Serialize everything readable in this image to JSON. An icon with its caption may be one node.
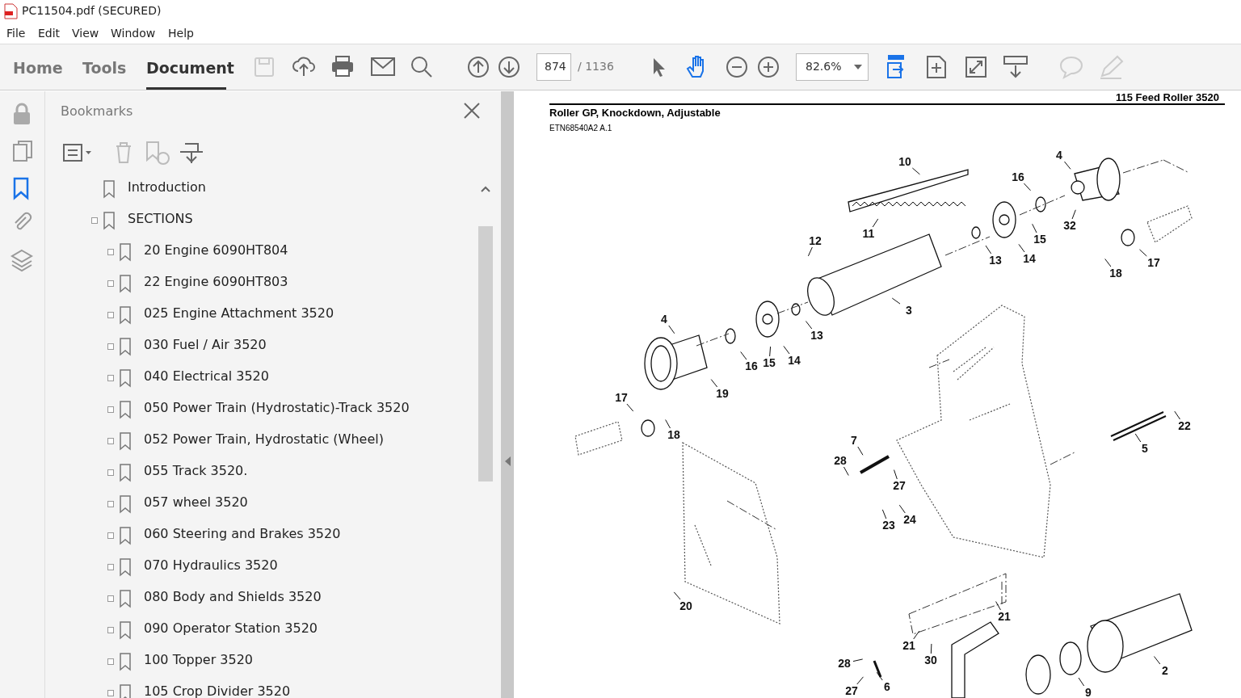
{
  "diagram": {
    "nodes": [
      {
        "text": [
          "10"
        ]
      },
      {
        "text": [
          "4"
        ]
      },
      {
        "text": [
          "16"
        ]
      },
      {
        "text": [
          "12"
        ]
      },
      {
        "text": [
          "11"
        ]
      },
      {
        "text": [
          "32"
        ]
      },
      {
        "text": [
          "15"
        ]
      },
      {
        "text": [
          "13"
        ]
      },
      {
        "text": [
          "14"
        ]
      },
      {
        "text": [
          "17"
        ]
      },
      {
        "text": [
          "18"
        ]
      },
      {
        "text": [
          "3"
        ]
      },
      {
        "text": [
          "4"
        ]
      },
      {
        "text": [
          "13"
        ]
      },
      {
        "text": [
          "16"
        ]
      },
      {
        "text": [
          "15"
        ]
      },
      {
        "text": [
          "14"
        ]
      },
      {
        "text": [
          "19"
        ]
      },
      {
        "text": [
          "17"
        ]
      },
      {
        "text": [
          "18"
        ]
      },
      {
        "text": [
          "7"
        ]
      },
      {
        "text": [
          "28"
        ]
      },
      {
        "text": [
          "22"
        ]
      },
      {
        "text": [
          "5"
        ]
      },
      {
        "text": [
          "27"
        ]
      },
      {
        "text": [
          "23"
        ]
      },
      {
        "text": [
          "24"
        ]
      },
      {
        "text": [
          "20"
        ]
      },
      {
        "text": [
          "21"
        ]
      },
      {
        "text": [
          "21"
        ]
      },
      {
        "text": [
          "30"
        ]
      },
      {
        "text": [
          "28"
        ]
      },
      {
        "text": [
          "2"
        ]
      },
      {
        "text": [
          "6"
        ]
      },
      {
        "text": [
          "27"
        ]
      },
      {
        "text": [
          "9"
        ]
      }
    ],
    "edges": [
      {
        "from": 0,
        "to": null,
        "arrow": "none"
      },
      {
        "from": 1,
        "to": null,
        "arrow": "none"
      },
      {
        "from": 2,
        "to": null,
        "arrow": "none"
      },
      {
        "from": 3,
        "to": null,
        "arrow": "none"
      },
      {
        "from": 4,
        "to": null,
        "arrow": "none"
      },
      {
        "from": 5,
        "to": null,
        "arrow": "none"
      },
      {
        "from": 6,
        "to": null,
        "arrow": "none"
      },
      {
        "from": 7,
        "to": null,
        "arrow": "none"
      },
      {
        "from": 8,
        "to": null,
        "arrow": "none"
      },
      {
        "from": 9,
        "to": null,
        "arrow": "none"
      },
      {
        "from": 10,
        "to": null,
        "arrow": "none"
      },
      {
        "from": 11,
        "to": null,
        "arrow": "none"
      },
      {
        "from": 12,
        "to": null,
        "arrow": "none"
      },
      {
        "from": 13,
        "to": null,
        "arrow": "none"
      },
      {
        "from": 14,
        "to": null,
        "arrow": "none"
      },
      {
        "from": 15,
        "to": null,
        "arrow": "none"
      },
      {
        "from": 16,
        "to": null,
        "arrow": "none"
      },
      {
        "from": 17,
        "to": null,
        "arrow": "none"
      },
      {
        "from": 18,
        "to": null,
        "arrow": "none"
      },
      {
        "from": 19,
        "to": null,
        "arrow": "none"
      },
      {
        "from": 20,
        "to": null,
        "arrow": "none"
      },
      {
        "from": 21,
        "to": null,
        "arrow": "none"
      },
      {
        "from": 22,
        "to": null,
        "arrow": "none"
      },
      {
        "from": 23,
        "to": null,
        "arrow": "none"
      },
      {
        "from": 24,
        "to": null,
        "arrow": "none"
      },
      {
        "from": 25,
        "to": null,
        "arrow": "none"
      },
      {
        "from": 26,
        "to": null,
        "arrow": "none"
      },
      {
        "from": 27,
        "to": null,
        "arrow": "none"
      },
      {
        "from": 28,
        "to": null,
        "arrow": "none"
      },
      {
        "from": 29,
        "to": null,
        "arrow": "none"
      },
      {
        "from": 30,
        "to": null,
        "arrow": "none"
      },
      {
        "from": 31,
        "to": null,
        "arrow": "none"
      },
      {
        "from": 32,
        "to": null,
        "arrow": "none"
      },
      {
        "from": 33,
        "to": null,
        "arrow": "none"
      },
      {
        "from": 34,
        "to": null,
        "arrow": "none"
      },
      {
        "from": 35,
        "to": null,
        "arrow": "none"
      }
    ],
    "labels": [
      "PC11504.pdf (SECURED)",
      "File",
      "Edit",
      "View",
      "Window",
      "Help",
      "Home",
      "Tools",
      "Document",
      "874",
      "/ 1136",
      "82.6%",
      "Bookmarks",
      "Introduction",
      "SECTIONS",
      "20 Engine 6090HT804",
      "22 Engine 6090HT803",
      "025 Engine Attachment 3520",
      "030 Fuel / Air 3520",
      "040 Electrical 3520",
      "050 Power Train (Hydrostatic)-Track 3520",
      "052 Power Train, Hydrostatic (Wheel)",
      "055 Track 3520.",
      "057 wheel 3520",
      "060 Steering and Brakes 3520",
      "070 Hydraulics 3520",
      "080 Body and Shields 3520",
      "090 Operator Station 3520",
      "100 Topper 3520",
      "105 Crop Divider 3520",
      "115 Feed Roller 3520",
      "Roller GP, Knockdown, Adjustable",
      "ETN68540A2 A.1"
    ]
  }
}
